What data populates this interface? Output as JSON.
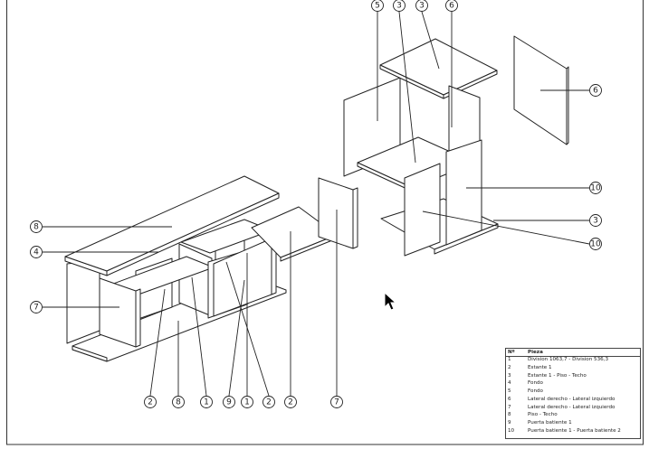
{
  "balloons": {
    "b_top_5": "5",
    "b_top_3a": "3",
    "b_top_3b": "3",
    "b_top_6": "6",
    "b_right_6": "6",
    "b_right_10a": "10",
    "b_right_3": "3",
    "b_right_10b": "10",
    "b_left_8": "8",
    "b_left_4": "4",
    "b_left_7": "7",
    "b_bot_2a": "2",
    "b_bot_8": "8",
    "b_bot_1a": "1",
    "b_bot_9": "9",
    "b_bot_1b": "1",
    "b_bot_2b": "2",
    "b_bot_2c": "2",
    "b_bot_7": "7"
  },
  "parts_table": {
    "header_no": "Nº",
    "header_piece": "Pieza",
    "rows": [
      {
        "no": "1",
        "piece": "Division 1063,7 - Division 536,3"
      },
      {
        "no": "2",
        "piece": "Estante 1"
      },
      {
        "no": "3",
        "piece": "Estante 1 - Piso - Techo"
      },
      {
        "no": "4",
        "piece": "Fondo"
      },
      {
        "no": "5",
        "piece": "Fondo"
      },
      {
        "no": "6",
        "piece": "Lateral derecho - Lateral izquierdo"
      },
      {
        "no": "7",
        "piece": "Lateral derecho - Lateral izquierdo"
      },
      {
        "no": "8",
        "piece": "Piso - Techo"
      },
      {
        "no": "9",
        "piece": "Puerta batiente 1"
      },
      {
        "no": "10",
        "piece": "Puerta batiente 1 - Puerta batiente 2"
      }
    ]
  },
  "colors": {
    "line": "#222222",
    "frame": "#333333",
    "background": "#ffffff"
  },
  "icons": [
    "mouse-cursor-icon"
  ]
}
